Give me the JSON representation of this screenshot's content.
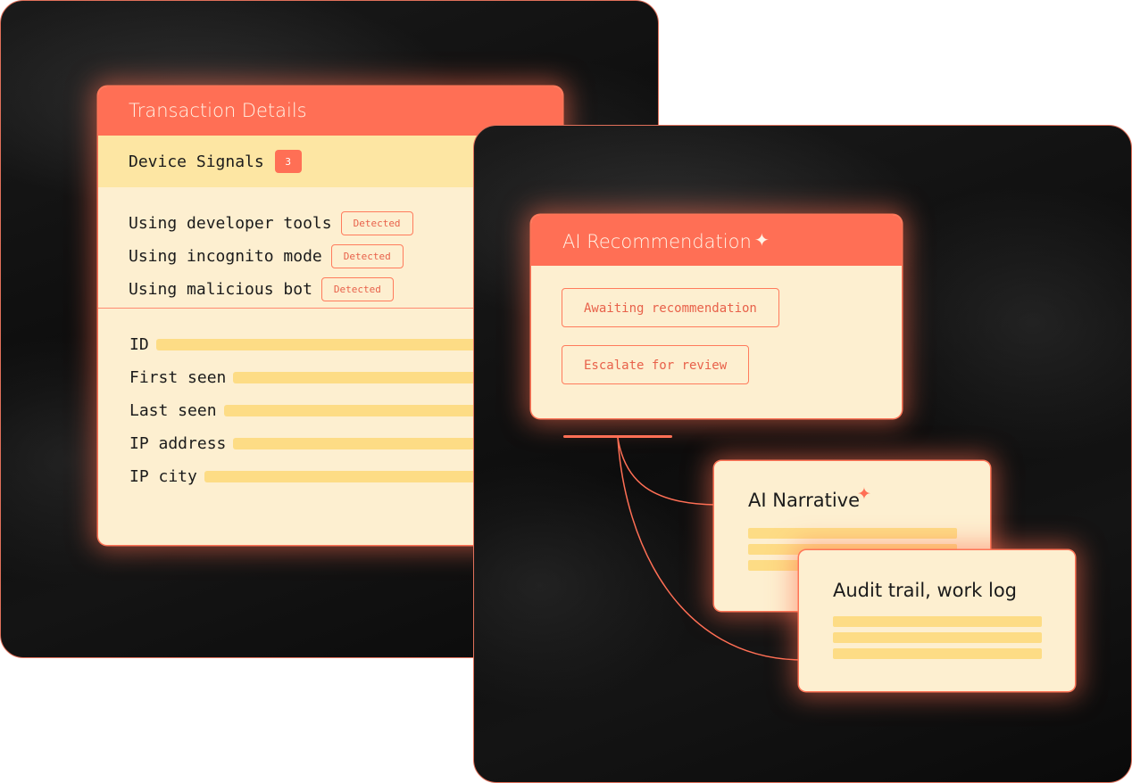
{
  "transaction_details": {
    "title": "Transaction Details",
    "device_signals": {
      "label": "Device Signals",
      "count": "3"
    },
    "signals": [
      {
        "label": "Using developer tools",
        "status": "Detected"
      },
      {
        "label": "Using incognito mode",
        "status": "Detected"
      },
      {
        "label": "Using malicious bot",
        "status": "Detected"
      }
    ],
    "fields": [
      {
        "label": "ID"
      },
      {
        "label": "First seen"
      },
      {
        "label": "Last seen"
      },
      {
        "label": "IP address"
      },
      {
        "label": "IP city"
      }
    ]
  },
  "ai_recommendation": {
    "title": "AI Recommendation",
    "sparkle_icon": "sparkle-icon",
    "buttons": [
      "Awaiting recommendation",
      "Escalate for review"
    ]
  },
  "ai_narrative": {
    "title": "AI Narrative",
    "sparkle_icon": "sparkle-icon"
  },
  "audit_trail": {
    "title": "Audit trail, work log"
  },
  "colors": {
    "accent": "#ff6f55",
    "card_bg": "#fdefd0",
    "highlight": "#fde6a3",
    "placeholder_bar": "#fddc85",
    "panel_bg": "#111111"
  }
}
